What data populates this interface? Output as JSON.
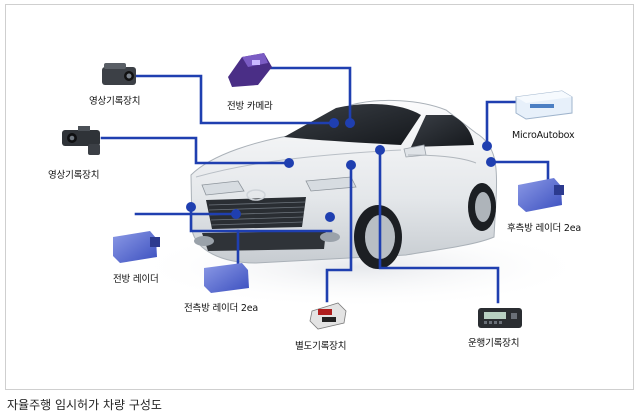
{
  "labels": {
    "dashcam_top": "영상기록장치",
    "dashcam_left": "영상기록장치",
    "front_camera": "전방 카메라",
    "microautobox": "MicroAutobox",
    "rear_side_radar": "후측방 레이더 2ea",
    "front_radar": "전방 레이더",
    "front_side_radar": "전측방 레이더 2ea",
    "separate_recorder": "별도기록장치",
    "driving_recorder": "운행기록장치"
  },
  "caption": "자율주행 임시허가 차량 구성도",
  "colors": {
    "line": "#1f3fb0",
    "dot": "#1f3fb0",
    "radar": "#4f63c9",
    "car_body": "#e9ecef"
  }
}
